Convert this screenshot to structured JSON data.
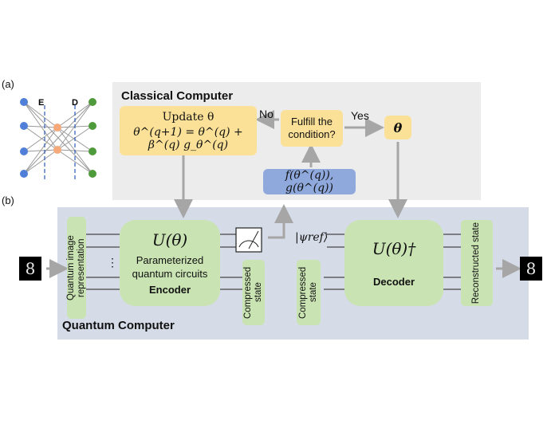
{
  "panels": {
    "a": "(a)",
    "b": "(b)"
  },
  "network": {
    "left_label": "E",
    "right_label": "D"
  },
  "classical": {
    "title": "Classical Computer",
    "update_title": "Update θ",
    "update_formula": "θ^(q+1) = θ^(q) + β^(q) g_θ^(q)",
    "no_label": "No",
    "yes_label": "Yes",
    "condition_line1": "Fulfill the",
    "condition_line2": "condition?",
    "theta_label": "θ",
    "function_label": "f(θ^(q)), g(θ^(q))"
  },
  "quantum": {
    "title": "Quantum Computer",
    "representation_label": "Quantum image representation",
    "encoder_unitary": "U(θ)",
    "encoder_line1": "Parameterized",
    "encoder_line2": "quantum circuits",
    "encoder_label": "Encoder",
    "ellipsis": "⋮",
    "compressed_label": "Compressed state",
    "ref_state": "|ψref⟩",
    "decoder_unitary": "U(θ)†",
    "decoder_label": "Decoder",
    "reconstructed_label": "Reconstructed state"
  },
  "images": {
    "input_digit": "8",
    "output_digit": "8"
  },
  "colors": {
    "yellow": "#fbe197",
    "blue": "#8fa9dd",
    "green": "#c9e3b3",
    "arrow": "#a6a6a6",
    "node_blue": "#4f7fd6",
    "node_orange": "#f5a97a",
    "node_green": "#4f9b3b"
  }
}
